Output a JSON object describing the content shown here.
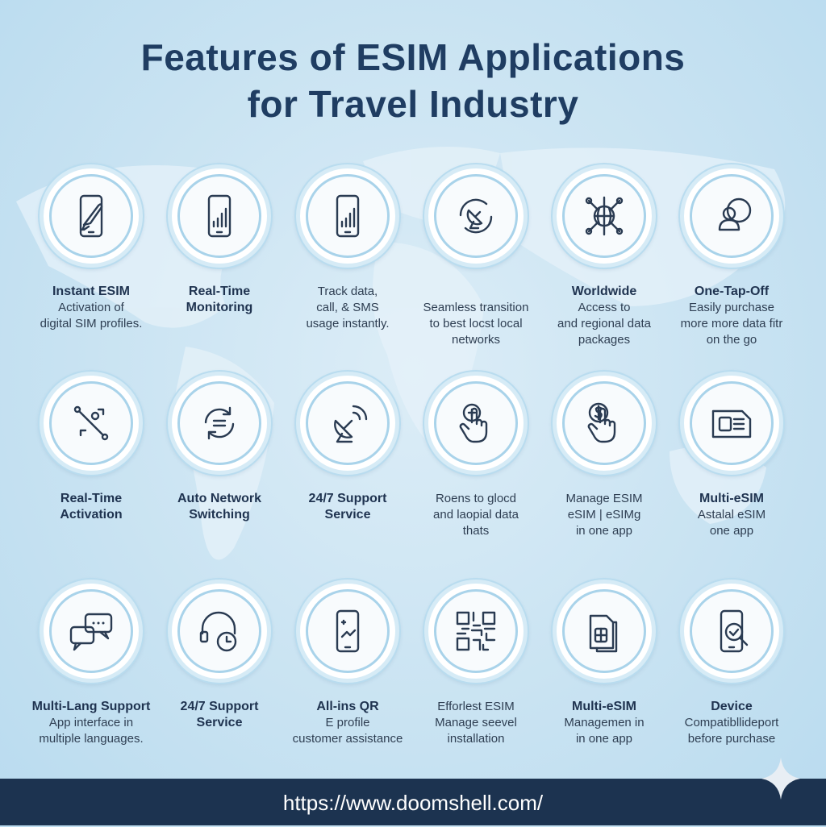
{
  "title": [
    "Features of ESIM Applications",
    "for Travel Industry"
  ],
  "footer_url": "https://www.doomshell.com/",
  "colors": {
    "title": "#1f3d62",
    "footer": "#1c3350",
    "icon": "#2a3b52"
  },
  "rows": [
    [
      {
        "icon": "rocket-phone",
        "title": [
          "Instant ESIM"
        ],
        "desc": [
          "Activation of",
          "digital SIM profiles."
        ]
      },
      {
        "icon": "phone-chart",
        "title": [
          "Real-Time",
          "Monitoring"
        ],
        "desc": []
      },
      {
        "icon": "phone-chart",
        "title": [],
        "desc": [
          "Track data,",
          "call, & SMS",
          "usage instantly."
        ]
      },
      {
        "icon": "satellite-sync",
        "title": [],
        "desc": [
          "Seamless transition",
          "to best locst local",
          "networks"
        ]
      },
      {
        "icon": "globe-network",
        "title": [
          "Worldwide"
        ],
        "desc": [
          "Access to",
          "and regional data",
          "packages"
        ]
      },
      {
        "icon": "user-globe",
        "title": [
          "One-Tap-Off"
        ],
        "desc": [
          "Easily purchase",
          "more more data fitr",
          "on the go"
        ]
      }
    ],
    [
      {
        "icon": "route",
        "title": [
          "Real-Time",
          "Activation"
        ],
        "desc": []
      },
      {
        "icon": "sync",
        "title": [
          "Auto Network",
          "Switching"
        ],
        "desc": []
      },
      {
        "icon": "satellite",
        "title": [
          "24/7 Support",
          "Service"
        ],
        "desc": []
      },
      {
        "icon": "tap-plus",
        "title": [],
        "desc": [
          "Roens to glocd",
          "and laopial data",
          "thats"
        ]
      },
      {
        "icon": "tap-dollar",
        "title": [],
        "desc": [
          "Manage ESIM",
          "eSIM | eSIMg",
          "in one app"
        ]
      },
      {
        "icon": "sim-card",
        "title": [
          "Multi-eSIM"
        ],
        "desc": [
          "Astalal eSIM",
          "one app"
        ]
      }
    ],
    [
      {
        "icon": "chat",
        "title": [
          "Multi-Lang Support"
        ],
        "desc": [
          "App interface in",
          "multiple languages."
        ]
      },
      {
        "icon": "headset-clock",
        "title": [
          "24/7 Support",
          "Service"
        ],
        "desc": []
      },
      {
        "icon": "phone-edit",
        "title": [
          "All-ins QR"
        ],
        "desc": [
          "E profile",
          "customer assistance"
        ]
      },
      {
        "icon": "qr-code",
        "title": [],
        "desc": [
          "Efforlest ESIM",
          "Manage seevel",
          "installation"
        ]
      },
      {
        "icon": "sim-stack",
        "title": [
          "Multi-eSIM"
        ],
        "desc": [
          "Managemen in",
          "in one app"
        ]
      },
      {
        "icon": "phone-check",
        "title": [
          "Device"
        ],
        "desc": [
          "Compatibllideport",
          "before purchase"
        ]
      }
    ]
  ]
}
